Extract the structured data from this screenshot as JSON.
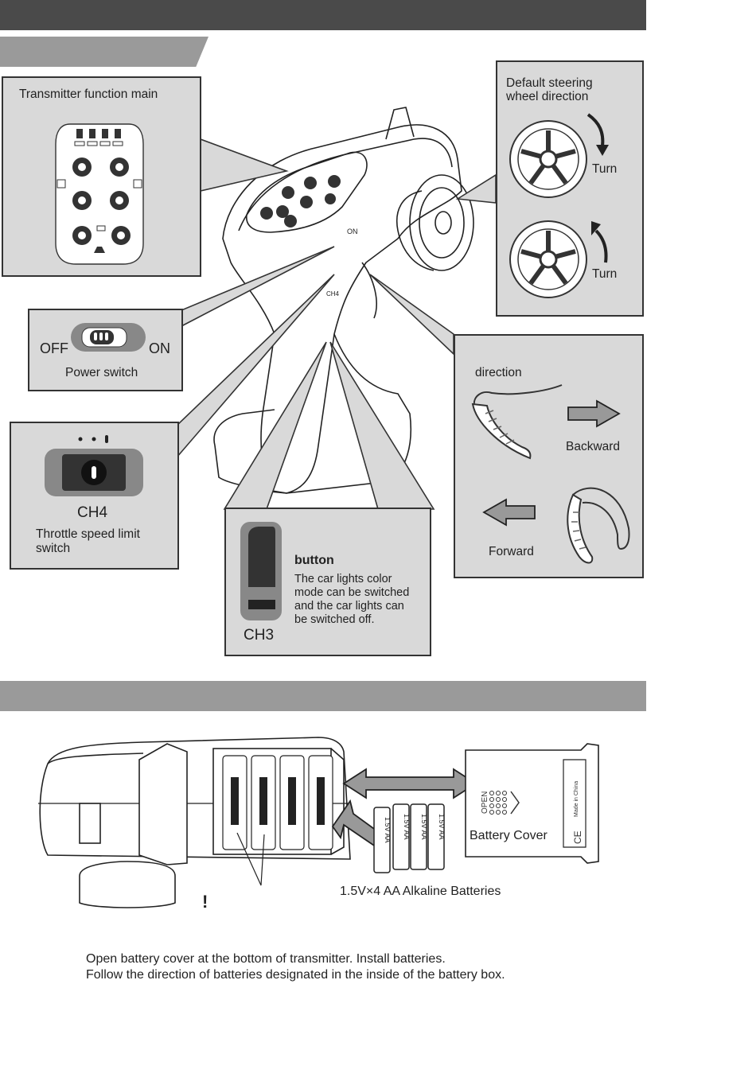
{
  "header": {
    "top_bar_text": "",
    "subheader_tab_text": "",
    "section2_bar_text": ""
  },
  "panels": {
    "transmitter_main": {
      "title": "Transmitter function main"
    },
    "steering": {
      "title_line1": "Default steering",
      "title_line2": "wheel direction",
      "turn_top": "Turn",
      "turn_bottom": "Turn"
    },
    "power": {
      "off": "OFF",
      "on": "ON",
      "label": "Power switch"
    },
    "ch4": {
      "channel": "CH4",
      "label_line1": "Throttle speed limit",
      "label_line2": "switch"
    },
    "ch3": {
      "channel": "CH3",
      "title": "button",
      "desc_line1": "The car lights color",
      "desc_line2": "mode can be switched",
      "desc_line3": "and the car lights can",
      "desc_line4": "be switched off."
    },
    "trigger": {
      "title": "direction",
      "backward": "Backward",
      "forward": "Forward"
    }
  },
  "device_labels": {
    "on_mark": "ON",
    "ch4_mark": "CH4"
  },
  "battery": {
    "cover_label": "Battery Cover",
    "batteries_label": "1.5V×4 AA Alkaline Batteries",
    "cell_text": "1.5V AA",
    "cover_open": "OPEN",
    "cover_made": "Made in China",
    "cover_ce": "CE",
    "warning": "!"
  },
  "instructions": {
    "line1": "Open battery cover at the bottom of transmitter. Install batteries.",
    "line2": "Follow the direction of batteries designated in the inside of the battery box."
  },
  "colors": {
    "panel_bg": "#d9d9d9",
    "header_bar": "#4a4a4a",
    "section_bar": "#9a9a9a",
    "border": "#333333"
  },
  "icons": [
    "power-switch-icon",
    "wheel-icon",
    "arrow-icon",
    "trigger-icon",
    "battery-icon",
    "knob-icon"
  ]
}
